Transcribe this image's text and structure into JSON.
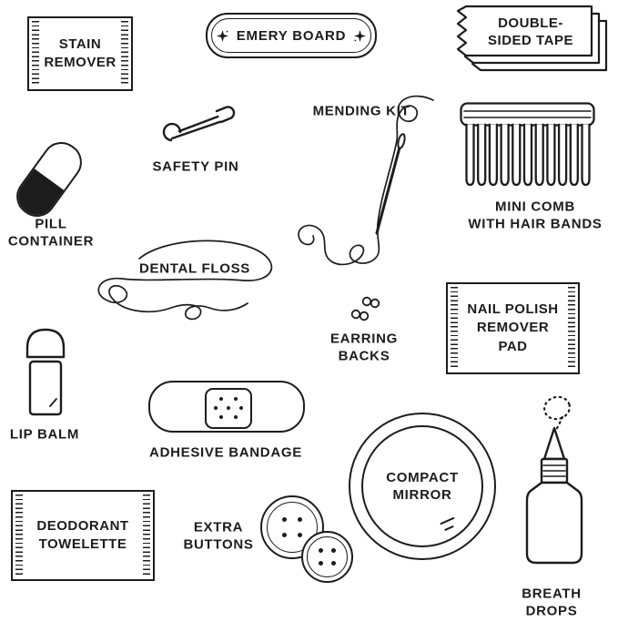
{
  "page": {
    "background": "#ffffff",
    "ink": "#1c1c1c"
  },
  "items": {
    "stain_remover": {
      "label_lines": [
        "STAIN",
        "REMOVER"
      ]
    },
    "emery_board": {
      "label_lines": [
        "EMERY BOARD"
      ],
      "icon": "four-point-star-sparkle"
    },
    "double_sided_tape": {
      "label_lines": [
        "DOUBLE-",
        "SIDED TAPE"
      ],
      "icon": "torn-tape-stack"
    },
    "safety_pin": {
      "label_lines": [
        "SAFETY PIN"
      ],
      "icon": "safety-pin"
    },
    "mending_kit": {
      "label_lines": [
        "MENDING KIT"
      ],
      "icon": "needle-and-thread"
    },
    "mini_comb": {
      "label_lines": [
        "MINI COMB",
        "WITH HAIR BANDS"
      ],
      "icon": "comb"
    },
    "pill_container": {
      "label_lines": [
        "PILL",
        "CONTAINER"
      ],
      "icon": "capsule"
    },
    "dental_floss": {
      "label_lines": [
        "DENTAL FLOSS"
      ],
      "icon": "floss-strand"
    },
    "earring_backs": {
      "label_lines": [
        "EARRING",
        "BACKS"
      ],
      "icon": "earring-back-pair"
    },
    "nail_polish_pad": {
      "label_lines": [
        "NAIL POLISH",
        "REMOVER",
        "PAD"
      ]
    },
    "lip_balm": {
      "label_lines": [
        "LIP BALM"
      ],
      "icon": "lip-balm-tube"
    },
    "adhesive_bandage": {
      "label_lines": [
        "ADHESIVE BANDAGE"
      ],
      "icon": "bandage"
    },
    "compact_mirror": {
      "label_lines": [
        "COMPACT",
        "MIRROR"
      ],
      "icon": "round-mirror"
    },
    "breath_drops": {
      "label_lines": [
        "BREATH",
        "DROPS"
      ],
      "icon": "dropper-bottle"
    },
    "deodorant_towelette": {
      "label_lines": [
        "DEODORANT",
        "TOWELETTE"
      ]
    },
    "extra_buttons": {
      "label_lines": [
        "EXTRA",
        "BUTTONS"
      ],
      "icon": "sewing-buttons"
    }
  }
}
